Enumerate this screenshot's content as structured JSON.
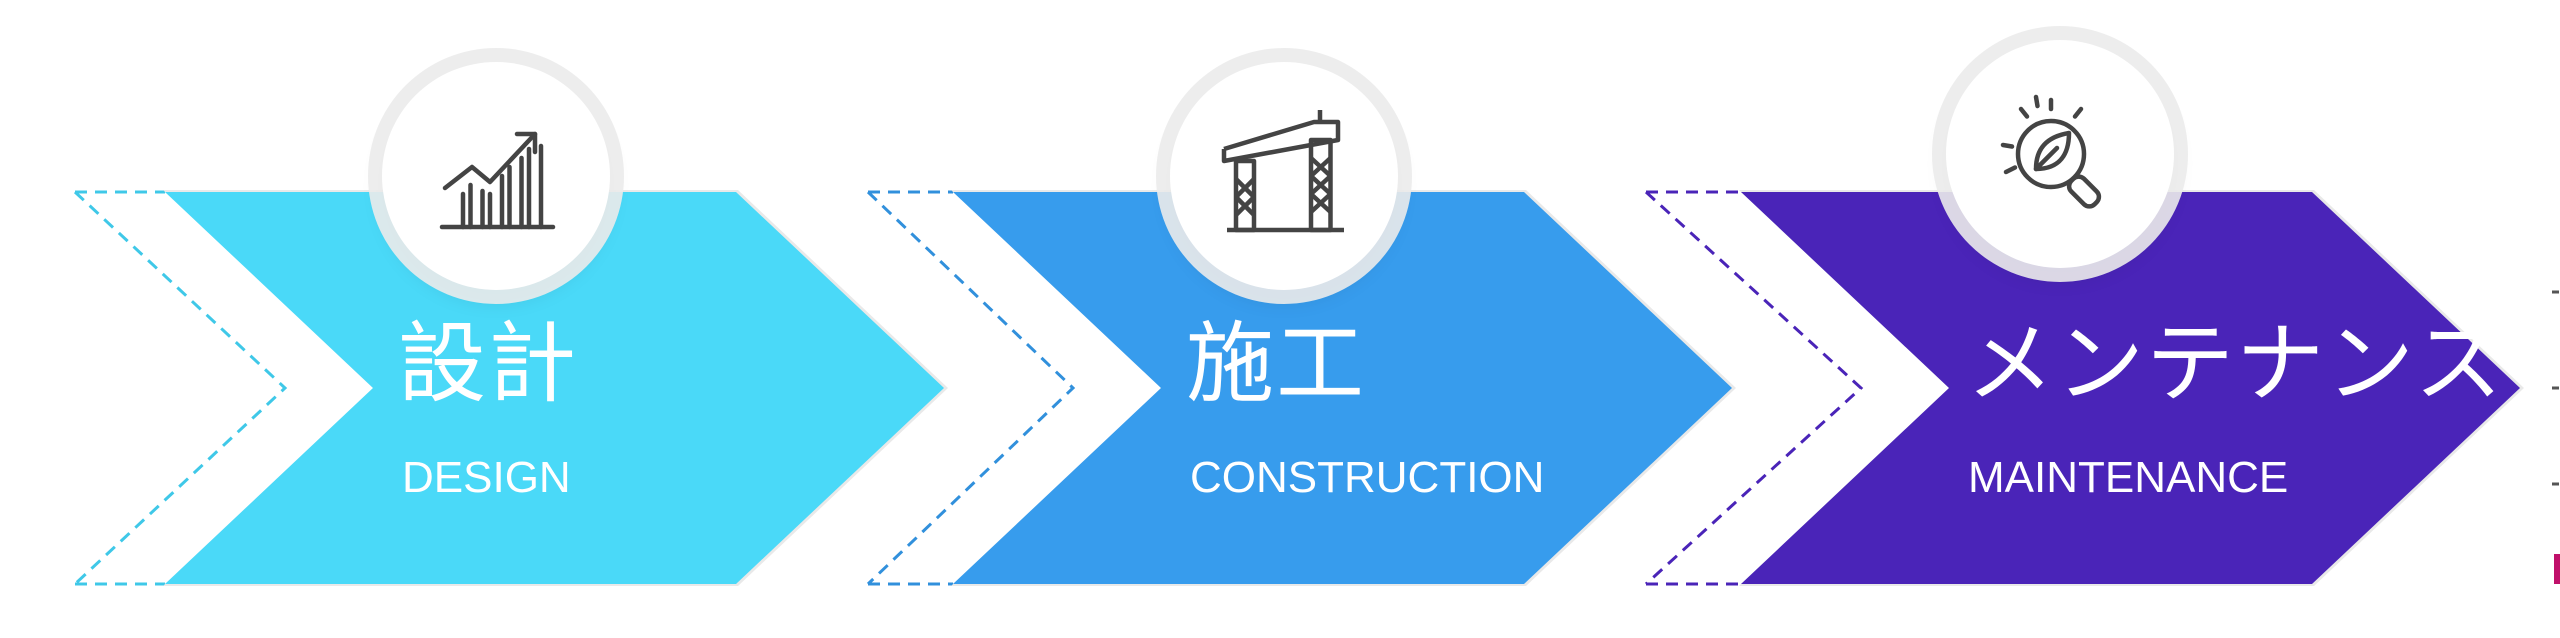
{
  "steps": [
    {
      "title_jp": "設計",
      "title_en": "DESIGN",
      "icon": "growth-chart-icon",
      "color": "#4ad9f8",
      "outline_color": "#3fc8e8"
    },
    {
      "title_jp": "施工",
      "title_en": "CONSTRUCTION",
      "icon": "construction-crane-icon",
      "color": "#379ced",
      "outline_color": "#3190dc"
    },
    {
      "title_jp": "メンテナンス",
      "title_en": "MAINTENANCE",
      "icon": "leaf-inspection-icon",
      "color": "#4a24b8",
      "outline_color": "#4a24b8"
    }
  ]
}
